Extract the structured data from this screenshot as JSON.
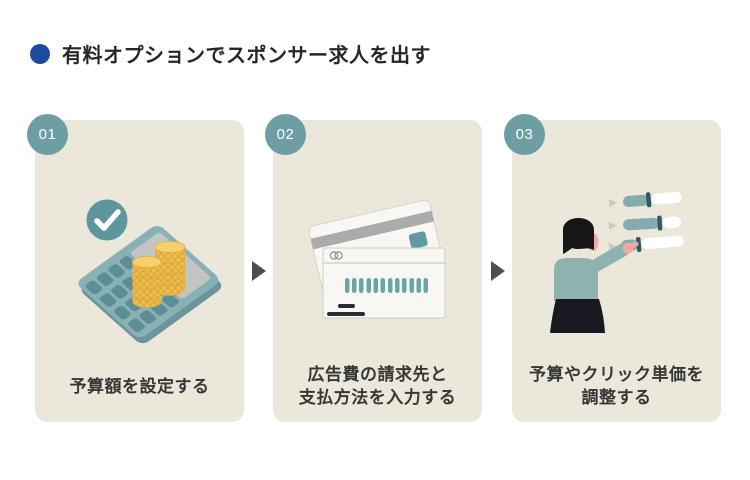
{
  "header": {
    "title": "有料オプションでスポンサー求人を出す"
  },
  "steps": [
    {
      "number": "01",
      "caption": "予算額を設定する",
      "illustration": "calculator-with-coins-and-checkmark"
    },
    {
      "number": "02",
      "caption": "広告費の請求先と\n支払方法を入力する",
      "illustration": "credit-cards"
    },
    {
      "number": "03",
      "caption": "予算やクリック単価を\n調整する",
      "illustration": "person-adjusting-sliders"
    }
  ],
  "colors": {
    "accent_blue": "#1d4c9f",
    "badge_teal": "#6d9ea4",
    "card_background": "#ebe7db",
    "illustration_teal": "#84abb0",
    "illustration_dark_teal": "#5e8e95",
    "coin_gold": "#eebd4d",
    "arrow_gray": "#4e4e4e",
    "text_dark": "#373737"
  }
}
